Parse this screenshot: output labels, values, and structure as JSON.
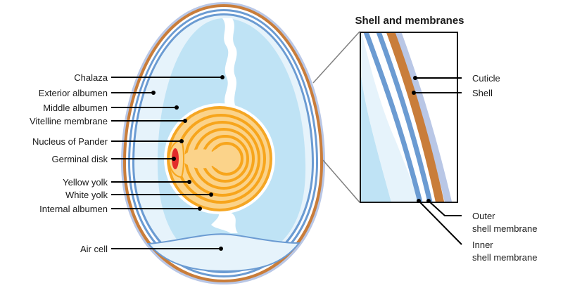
{
  "title": "Shell and membranes",
  "labels_left": {
    "chalaza": "Chalaza",
    "exterior_albumen": "Exterior albumen",
    "middle_albumen": "Middle albumen",
    "vitelline_membrane": "Vitelline membrane",
    "nucleus_of_pander": "Nucleus of Pander",
    "germinal_disk": "Germinal disk",
    "yellow_yolk": "Yellow yolk",
    "white_yolk": "White yolk",
    "internal_albumen": "Internal albumen",
    "air_cell": "Air cell"
  },
  "labels_right": {
    "cuticle": "Cuticle",
    "shell": "Shell",
    "outer_membrane_line1": "Outer",
    "outer_membrane_line2": "shell membrane",
    "inner_membrane_line1": "Inner",
    "inner_membrane_line2": "shell membrane"
  },
  "colors": {
    "shell": "#c97d3a",
    "cuticle": "#b9c7e6",
    "membrane": "#6b9bd2",
    "albumen_outer": "#e6f3fb",
    "albumen_middle": "#bfe3f5",
    "yolk_yellow": "#f7a51c",
    "yolk_white": "#fbd38a",
    "germinal_disk": "#e32b2b"
  }
}
